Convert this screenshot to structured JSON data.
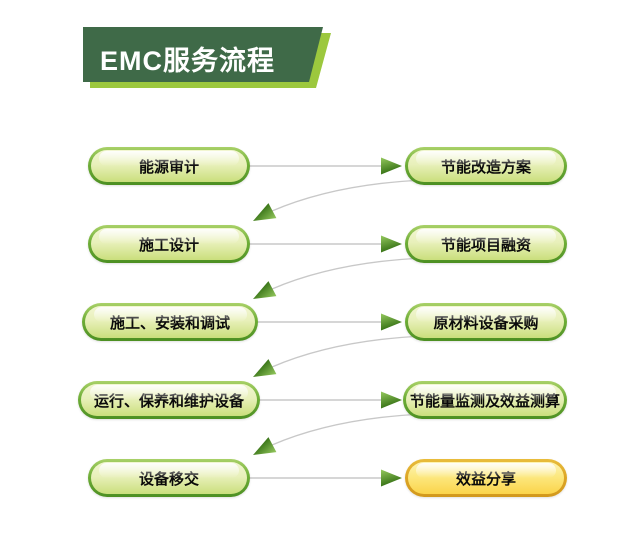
{
  "header": {
    "title": "EMC服务流程"
  },
  "flow": {
    "rows": [
      {
        "left": "能源审计",
        "right": "节能改造方案"
      },
      {
        "left": "施工设计",
        "right": "节能项目融资"
      },
      {
        "left": "施工、安装和调试",
        "right": "原材料设备采购"
      },
      {
        "left": "运行、保养和维护设备",
        "right": "节能量监测及效益测算"
      },
      {
        "left": "设备移交",
        "right": "效益分享",
        "right_style": "gold"
      }
    ]
  },
  "icons": {
    "arrow_right": "arrow-right-icon",
    "arrow_curve_down_left": "arrow-down-left-icon"
  },
  "colors": {
    "banner_green": "#3f6a48",
    "banner_accent": "#9cc83e",
    "pill_border_green": "#6fae38",
    "pill_fill_green": "#e8f0ba",
    "pill_border_gold": "#dca526",
    "pill_fill_gold": "#fce87f",
    "connector_gray": "#c8c8c8",
    "arrow_green_dark": "#2f6b10",
    "arrow_green_light": "#95c95e",
    "text_black": "#0a0a0a",
    "title_white": "#ffffff"
  }
}
